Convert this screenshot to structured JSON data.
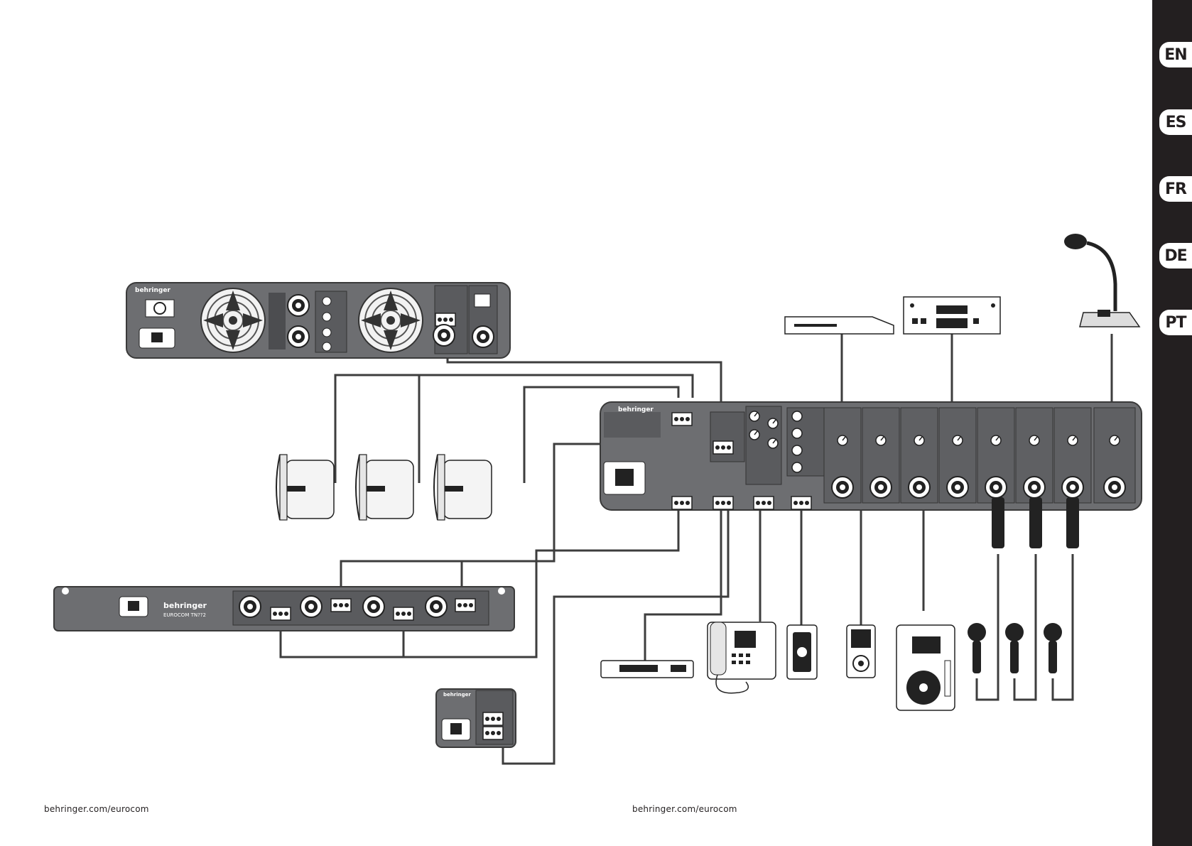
{
  "languages": [
    "EN",
    "ES",
    "FR",
    "DE",
    "PT"
  ],
  "footer": {
    "left_url": "behringer.com/eurocom",
    "right_url": "behringer.com/eurocom"
  },
  "devices": {
    "power_amp": {
      "brand": "behringer"
    },
    "matrix_mixer": {
      "brand": "behringer"
    },
    "rack_unit": {
      "brand": "behringer",
      "model": "EUROCOM TN??2"
    },
    "small_unit": {
      "brand": "behringer"
    }
  },
  "colors": {
    "device_fill": "#6d6e71",
    "device_stroke": "#3a3a3a",
    "cable": "#444444",
    "tab_bar": "#231f20"
  }
}
